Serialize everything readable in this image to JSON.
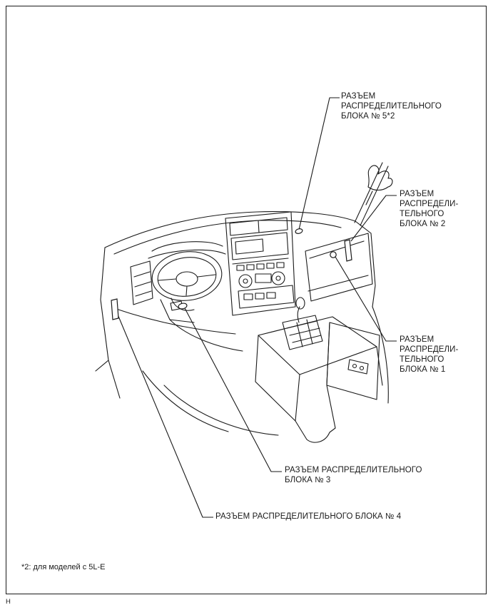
{
  "page": {
    "marker": "H",
    "footnote": "*2: для моделей с 5L-E"
  },
  "colors": {
    "line": "#1a1a1a",
    "background": "#ffffff"
  },
  "callouts": [
    {
      "id": "junction-block-connector-5",
      "label": "РАЗЪЕМ\nРАСПРЕДЕЛИТЕЛЬНОГО\nБЛОКА № 5*2"
    },
    {
      "id": "junction-block-connector-2",
      "label": "РАЗЪЕМ\nРАСПРЕДЕЛИ-\nТЕЛЬНОГО\nБЛОКА № 2"
    },
    {
      "id": "junction-block-connector-1",
      "label": "РАЗЪЕМ\nРАСПРЕДЕЛИ-\nТЕЛЬНОГО\nБЛОКА № 1"
    },
    {
      "id": "junction-block-connector-3",
      "label": "РАЗЪЕМ РАСПРЕДЕЛИТЕЛЬНОГО\nБЛОКА № 3"
    },
    {
      "id": "junction-block-connector-4",
      "label": "РАЗЪЕМ РАСПРЕДЕЛИТЕЛЬНОГО БЛОКА № 4"
    }
  ]
}
